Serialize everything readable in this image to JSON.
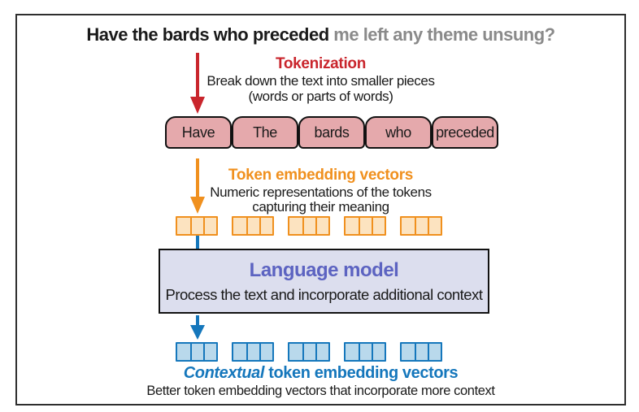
{
  "title": {
    "emphasized": "Have the bards who preceded",
    "muted": "me left any theme unsung?"
  },
  "steps": {
    "tokenization": {
      "label": "Tokenization",
      "description_line1": "Break down the text into smaller pieces",
      "description_line2": "(words or parts of words)"
    },
    "token_embedding": {
      "label": "Token embedding vectors",
      "description_line1": "Numeric representations of the tokens",
      "description_line2": "capturing their meaning"
    },
    "language_model": {
      "label": "Language model",
      "description": "Process the text and incorporate additional context"
    },
    "contextual_embedding": {
      "label_italic": "Contextual",
      "label_rest": " token embedding vectors",
      "description": "Better token embedding vectors that incorporate more context"
    }
  },
  "tokens": [
    "Have",
    "The",
    "bards",
    "who",
    "preceded"
  ],
  "embeddings": {
    "token_vector_groups": 5,
    "contextual_vector_groups": 5,
    "cells_per_group": 3
  },
  "colors": {
    "red": "#c9252c",
    "orange": "#f0901e",
    "orange_fill": "#fce3c0",
    "pink_fill": "#e5a9ac",
    "blue": "#1577bc",
    "blue_fill": "#b9d9ec",
    "lavender_fill": "#dcdeee",
    "periwinkle": "#5c63c1",
    "gray_text": "#8a8a8a"
  }
}
